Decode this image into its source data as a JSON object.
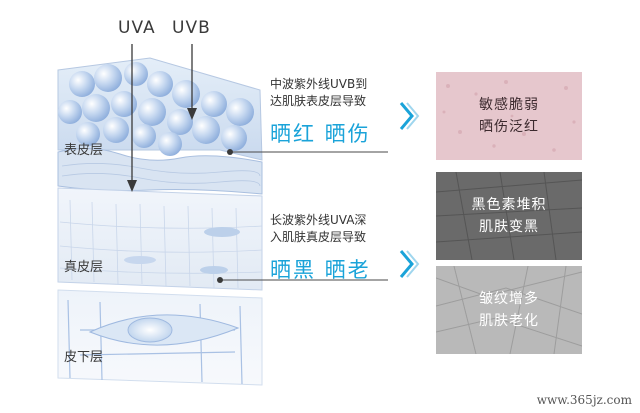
{
  "uv": {
    "uva_label": "UVA",
    "uvb_label": "UVB"
  },
  "layers": {
    "epidermis": "表皮层",
    "dermis": "真皮层",
    "subcutis": "皮下层"
  },
  "uvb_info": {
    "line1": "中波紫外线UVB到",
    "line2": "达肌肤表皮层导致",
    "effect": "晒红 晒伤"
  },
  "uva_info": {
    "line1": "长波紫外线UVA深",
    "line2": "入肌肤真皮层导致",
    "effect": "晒黑 晒老"
  },
  "panels": [
    {
      "line1": "敏感脆弱",
      "line2": "晒伤泛红"
    },
    {
      "line1": "黑色素堆积",
      "line2": "肌肤变黑"
    },
    {
      "line1": "皱纹增多",
      "line2": "肌肤老化"
    }
  ],
  "footer": "www.365jz.com",
  "colors": {
    "accent": "#1aa3d9",
    "panel_red": "#e8cdd2",
    "panel_dark": "#6f6f6f",
    "panel_gray": "#bdbdbd"
  }
}
